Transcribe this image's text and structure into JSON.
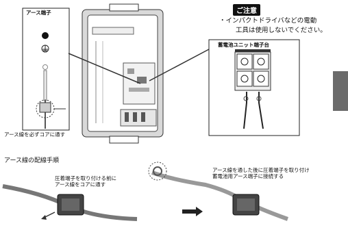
{
  "earth_terminal": {
    "title": "アース端子",
    "caption": "アース線を必ずコアに通す"
  },
  "caution": {
    "badge": "ご注意",
    "line1": "・インパクトドライバなどの電動",
    "line2": "工具は使用しないでください。"
  },
  "battery_terminal": {
    "title": "蓄電池ユニット端子台"
  },
  "routing": {
    "heading": "アース線の配線手順",
    "step1_line1": "圧着端子を取り付ける前に",
    "step1_line2": "アース線をコアに通す",
    "step2_line1": "アース線を通した後に圧着端子を取り付け",
    "step2_line2": "蓄電池用アース端子に接続する"
  }
}
